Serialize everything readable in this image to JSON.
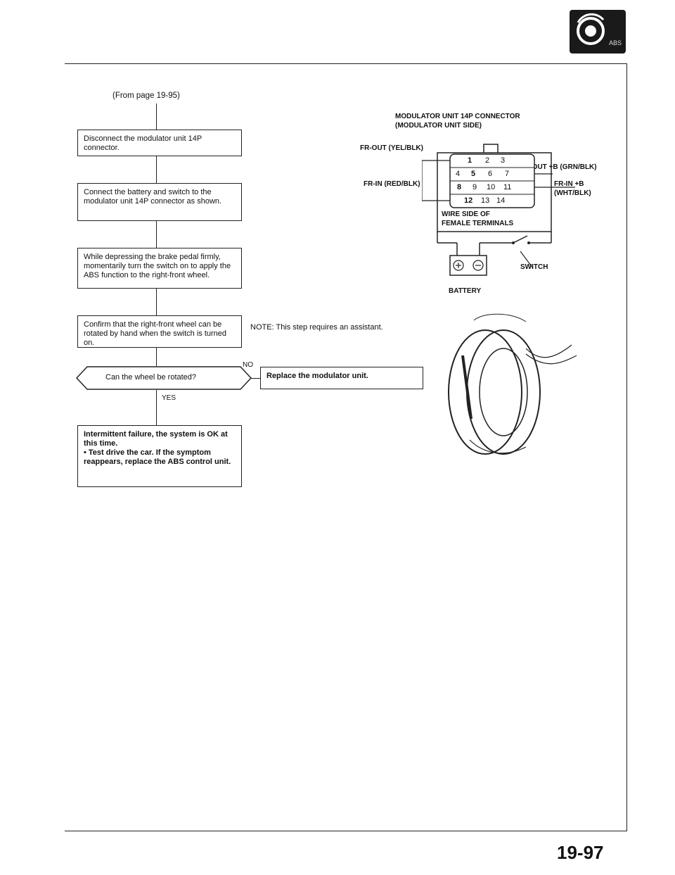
{
  "header": {
    "abs_badge": "ABS"
  },
  "flow": {
    "from_page": "(From page 19-95)",
    "steps": [
      "Disconnect the modulator unit 14P connector.",
      "Connect the battery and switch to the modulator unit 14P connector as shown.",
      "While depressing the brake pedal firmly, momentarily turn the switch on to apply the ABS function to the right-front wheel.",
      "Confirm that the right-front wheel can be rotated by hand when the switch is turned on."
    ],
    "decision": "Can the wheel be rotated?",
    "no_label": "NO",
    "yes_label": "YES",
    "no_result": "Replace the modulator unit.",
    "yes_result_line1": "Intermittent failure, the system is OK at this time.",
    "yes_result_bullet": "• Test drive the car. If the symptom reappears, replace the ABS control unit."
  },
  "diagram": {
    "title_line1": "MODULATOR UNIT 14P CONNECTOR",
    "title_line2": "(MODULATOR UNIT SIDE)",
    "fr_out_yel": "FR-OUT (YEL/BLK)",
    "fr_in_red": "FR-IN (RED/BLK)",
    "fr_out_grn": "FR-OUT +B (GRN/BLK)",
    "fr_in_wht_1": "FR-IN +B",
    "fr_in_wht_2": "(WHT/BLK)",
    "wire_side_1": "WIRE SIDE OF",
    "wire_side_2": "FEMALE TERMINALS",
    "switch_label": "SWITCH",
    "battery_label": "BATTERY",
    "pins_row1": [
      "1",
      "2",
      "3"
    ],
    "pins_row2": [
      "4",
      "5",
      "6",
      "7"
    ],
    "pins_row3": [
      "8",
      "9",
      "10",
      "11"
    ],
    "pins_row4": [
      "12",
      "13",
      "14"
    ],
    "note": "NOTE: This step requires an assistant."
  },
  "footer": {
    "page_number": "19-97"
  }
}
